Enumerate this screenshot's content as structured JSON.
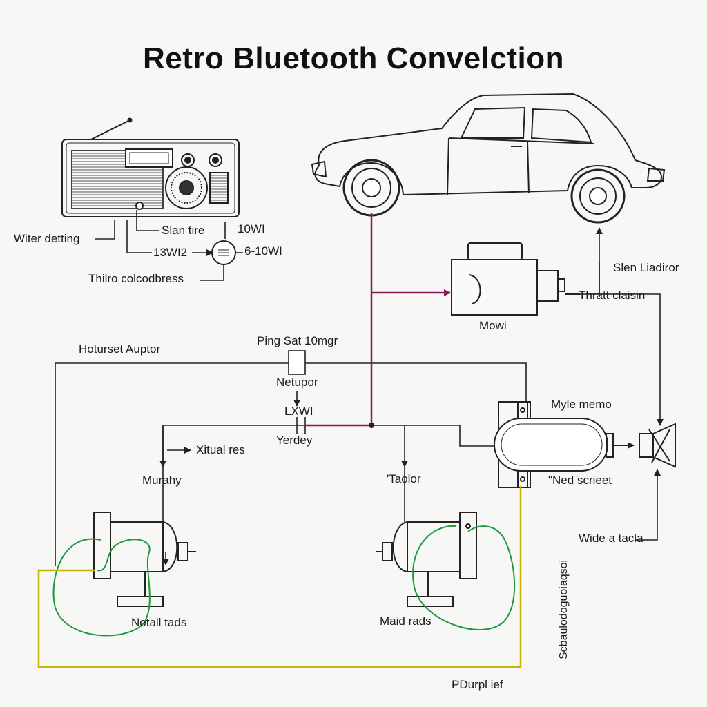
{
  "title": "Retro Bluetooth Convelction",
  "labels": {
    "witer_detting": "Witer detting",
    "slan_tire": "Slan tire",
    "10wi_a": "10WI",
    "13wi2": "13WI2",
    "6_10wi": "6-10WI",
    "thilro": "Thilro colcodbress",
    "hoturset": "Hoturset Auptor",
    "ping_sat": "Ping Sat 10mgr",
    "netupor": "Netupor",
    "lxwi": "LXWI",
    "yerdey": "Yerdey",
    "xitual": "Xitual res",
    "murahy": "Murahy",
    "tacolor": "'Taolor",
    "nofall": "Notall tads",
    "maid": "Maid rads",
    "mowi": "Mowi",
    "thratt": "Thratt claisin",
    "slen_liadiror": "Slen Liadiror",
    "myle_memo": "Myle memo",
    "ned_scrieet": "\"Ned scrieet",
    "wide_tacla": "Wide a tacla",
    "vertical": "Scbaulodoguoiaqsoi",
    "pdurpl": "PDurpl ief"
  },
  "colors": {
    "line": "#222222",
    "magenta": "#8a1a5a",
    "green": "#1e9a3e",
    "yellow": "#c8b400"
  },
  "icons": [
    "radio-icon",
    "car-icon",
    "adapter-box-icon",
    "motor-left-icon",
    "motor-right-icon",
    "capsule-module-icon",
    "speaker-icon",
    "connector-knob-icon"
  ]
}
